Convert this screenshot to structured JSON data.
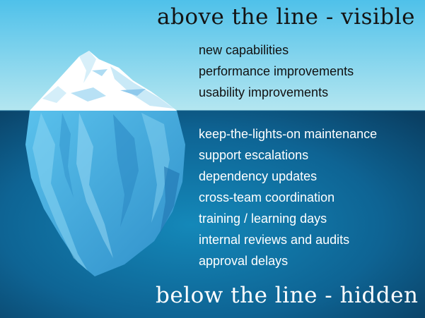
{
  "above": {
    "title": "above the line - visible",
    "items": [
      "new capabilities",
      "performance improvements",
      "usability improvements"
    ]
  },
  "below": {
    "title": "below the line - hidden",
    "items": [
      "keep-the-lights-on maintenance",
      "support escalations",
      "dependency updates",
      "cross-team coordination",
      "training / learning days",
      "internal reviews and audits",
      "approval delays"
    ]
  },
  "colors": {
    "sky_top": "#4fc1ea",
    "sky_bottom": "#b4e6f0",
    "water_top": "#0f6c9c",
    "water_bottom": "#0a3f63",
    "ice_above": "#ffffff",
    "ice_below": "#3ea9dc"
  },
  "icons": [
    "iceberg-illustration"
  ]
}
